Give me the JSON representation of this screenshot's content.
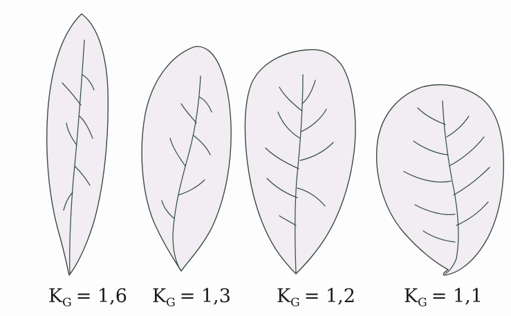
{
  "figure": {
    "leaves": [
      {
        "label": {
          "symbol": "K",
          "subscript": "G",
          "equals": "= ",
          "value": "1,6"
        }
      },
      {
        "label": {
          "symbol": "K",
          "subscript": "G",
          "equals": "= ",
          "value": "1,3"
        }
      },
      {
        "label": {
          "symbol": "K",
          "subscript": "G",
          "equals": "= ",
          "value": "1,2"
        }
      },
      {
        "label": {
          "symbol": "K",
          "subscript": "G",
          "equals": "= ",
          "value": "1,1"
        }
      }
    ]
  },
  "colors": {
    "leaf_fill": "#f1edf2",
    "leaf_outline": "#3a4a40",
    "vein": "#34503f",
    "text": "#1a1a1a"
  }
}
